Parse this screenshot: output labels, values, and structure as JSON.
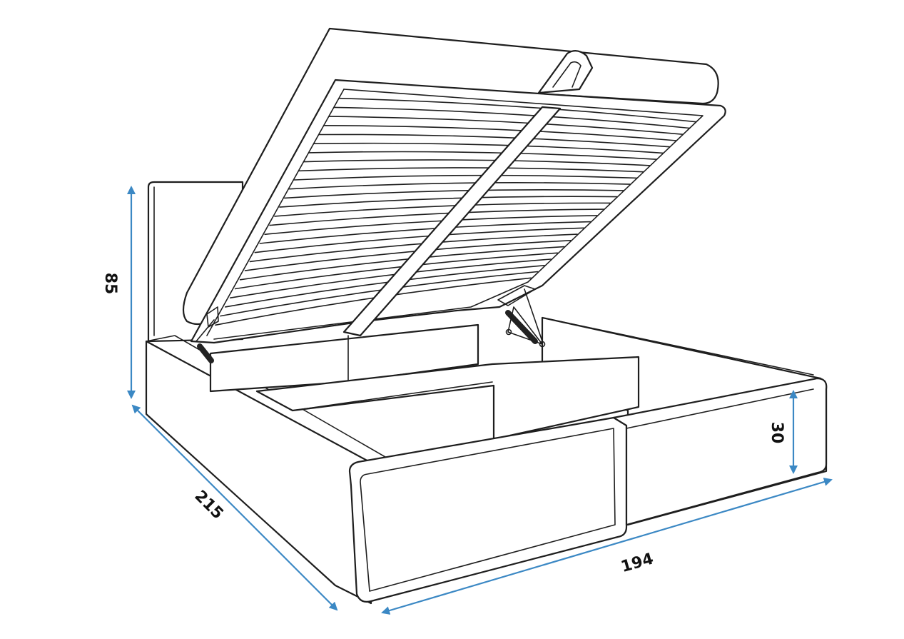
{
  "drawing": {
    "subject": "bed-with-lifting-storage",
    "line_color": "#1e1e1e",
    "dimension_color": "#3b88c4"
  },
  "dimensions": {
    "headboard_height": "85",
    "base_height": "30",
    "length": "215",
    "width": "194"
  }
}
